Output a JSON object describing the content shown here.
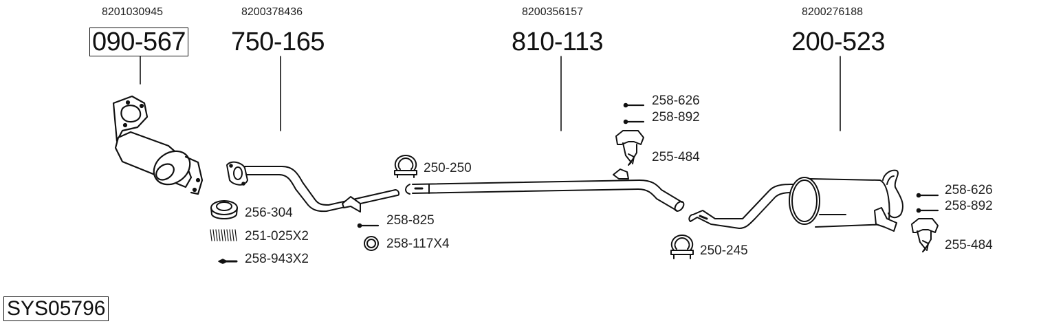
{
  "diagram": {
    "system_code": "SYS05796",
    "main_parts": [
      {
        "oe_number": "8201030945",
        "part_number": "090-567",
        "boxed": true,
        "component": "catalytic-converter"
      },
      {
        "oe_number": "8200378436",
        "part_number": "750-165",
        "boxed": false,
        "component": "front-pipe"
      },
      {
        "oe_number": "8200356157",
        "part_number": "810-113",
        "boxed": false,
        "component": "intermediate-pipe"
      },
      {
        "oe_number": "8200276188",
        "part_number": "200-523",
        "boxed": false,
        "component": "rear-silencer"
      }
    ],
    "accessories": [
      {
        "label": "256-304",
        "icon": "gasket-ring-icon"
      },
      {
        "label": "251-025X2",
        "icon": "spring-icon"
      },
      {
        "label": "258-943X2",
        "icon": "bolt-icon"
      },
      {
        "label": "258-825",
        "icon": "bolt-icon"
      },
      {
        "label": "258-117X4",
        "icon": "washer-icon"
      },
      {
        "label": "250-250",
        "icon": "clamp-icon"
      },
      {
        "label": "258-626",
        "icon": "bolt-icon"
      },
      {
        "label": "258-892",
        "icon": "bolt-icon"
      },
      {
        "label": "255-484",
        "icon": "rubber-mount-icon"
      },
      {
        "label": "250-245",
        "icon": "clamp-icon"
      },
      {
        "label": "258-626",
        "icon": "bolt-icon"
      },
      {
        "label": "258-892",
        "icon": "bolt-icon"
      },
      {
        "label": "255-484",
        "icon": "rubber-mount-icon"
      }
    ],
    "colors": {
      "line": "#111111",
      "background": "#ffffff"
    }
  }
}
